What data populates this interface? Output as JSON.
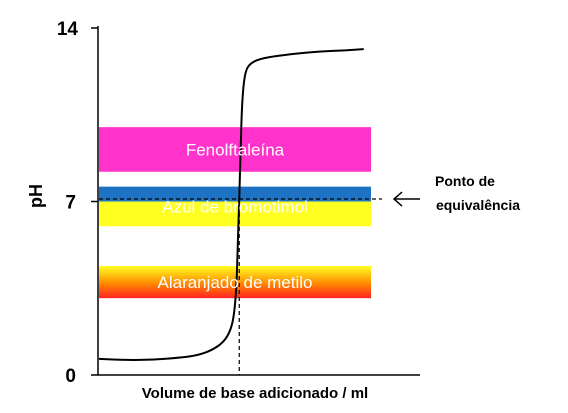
{
  "chart_data": {
    "type": "line",
    "title": "",
    "xlabel": "Volume de base adicionado / ml",
    "ylabel": "pH",
    "ylim": [
      0,
      14
    ],
    "yticks": [
      {
        "value": 0,
        "label": "0"
      },
      {
        "value": 7,
        "label": "7"
      },
      {
        "value": 14,
        "label": "14"
      }
    ],
    "equivalence_x": 0.51,
    "equivalence_ph": 7.1,
    "equivalence_label_line1": "Ponto de",
    "equivalence_label_line2": "equivalência",
    "curve": {
      "x": [
        0.0,
        0.1,
        0.2,
        0.3,
        0.36,
        0.41,
        0.45,
        0.475,
        0.49,
        0.5,
        0.505,
        0.51,
        0.515,
        0.52,
        0.53,
        0.55,
        0.6,
        0.7,
        0.8,
        0.9,
        0.96
      ],
      "y": [
        0.65,
        0.6,
        0.62,
        0.7,
        0.8,
        1.0,
        1.3,
        1.7,
        2.3,
        3.5,
        5.5,
        7.1,
        9.0,
        11.0,
        12.2,
        12.6,
        12.8,
        12.95,
        13.05,
        13.1,
        13.15
      ]
    },
    "indicators": [
      {
        "name": "Fenolftaleína",
        "ph_low": 8.2,
        "ph_high": 10.0,
        "colors": [
          "#ff33cc"
        ],
        "text_color": "#ffffff"
      },
      {
        "name": "Azul de bromotimol",
        "ph_low": 6.0,
        "ph_high": 7.6,
        "colors": [
          "#1d72c4",
          "#ffff22"
        ],
        "split_ph": 7.0,
        "text_color": "#ffffff"
      },
      {
        "name": "Alaranjado de metilo",
        "ph_low": 3.1,
        "ph_high": 4.4,
        "colors": [
          "#ff2222",
          "#ffff22"
        ],
        "text_color": "#ffffff"
      }
    ]
  }
}
